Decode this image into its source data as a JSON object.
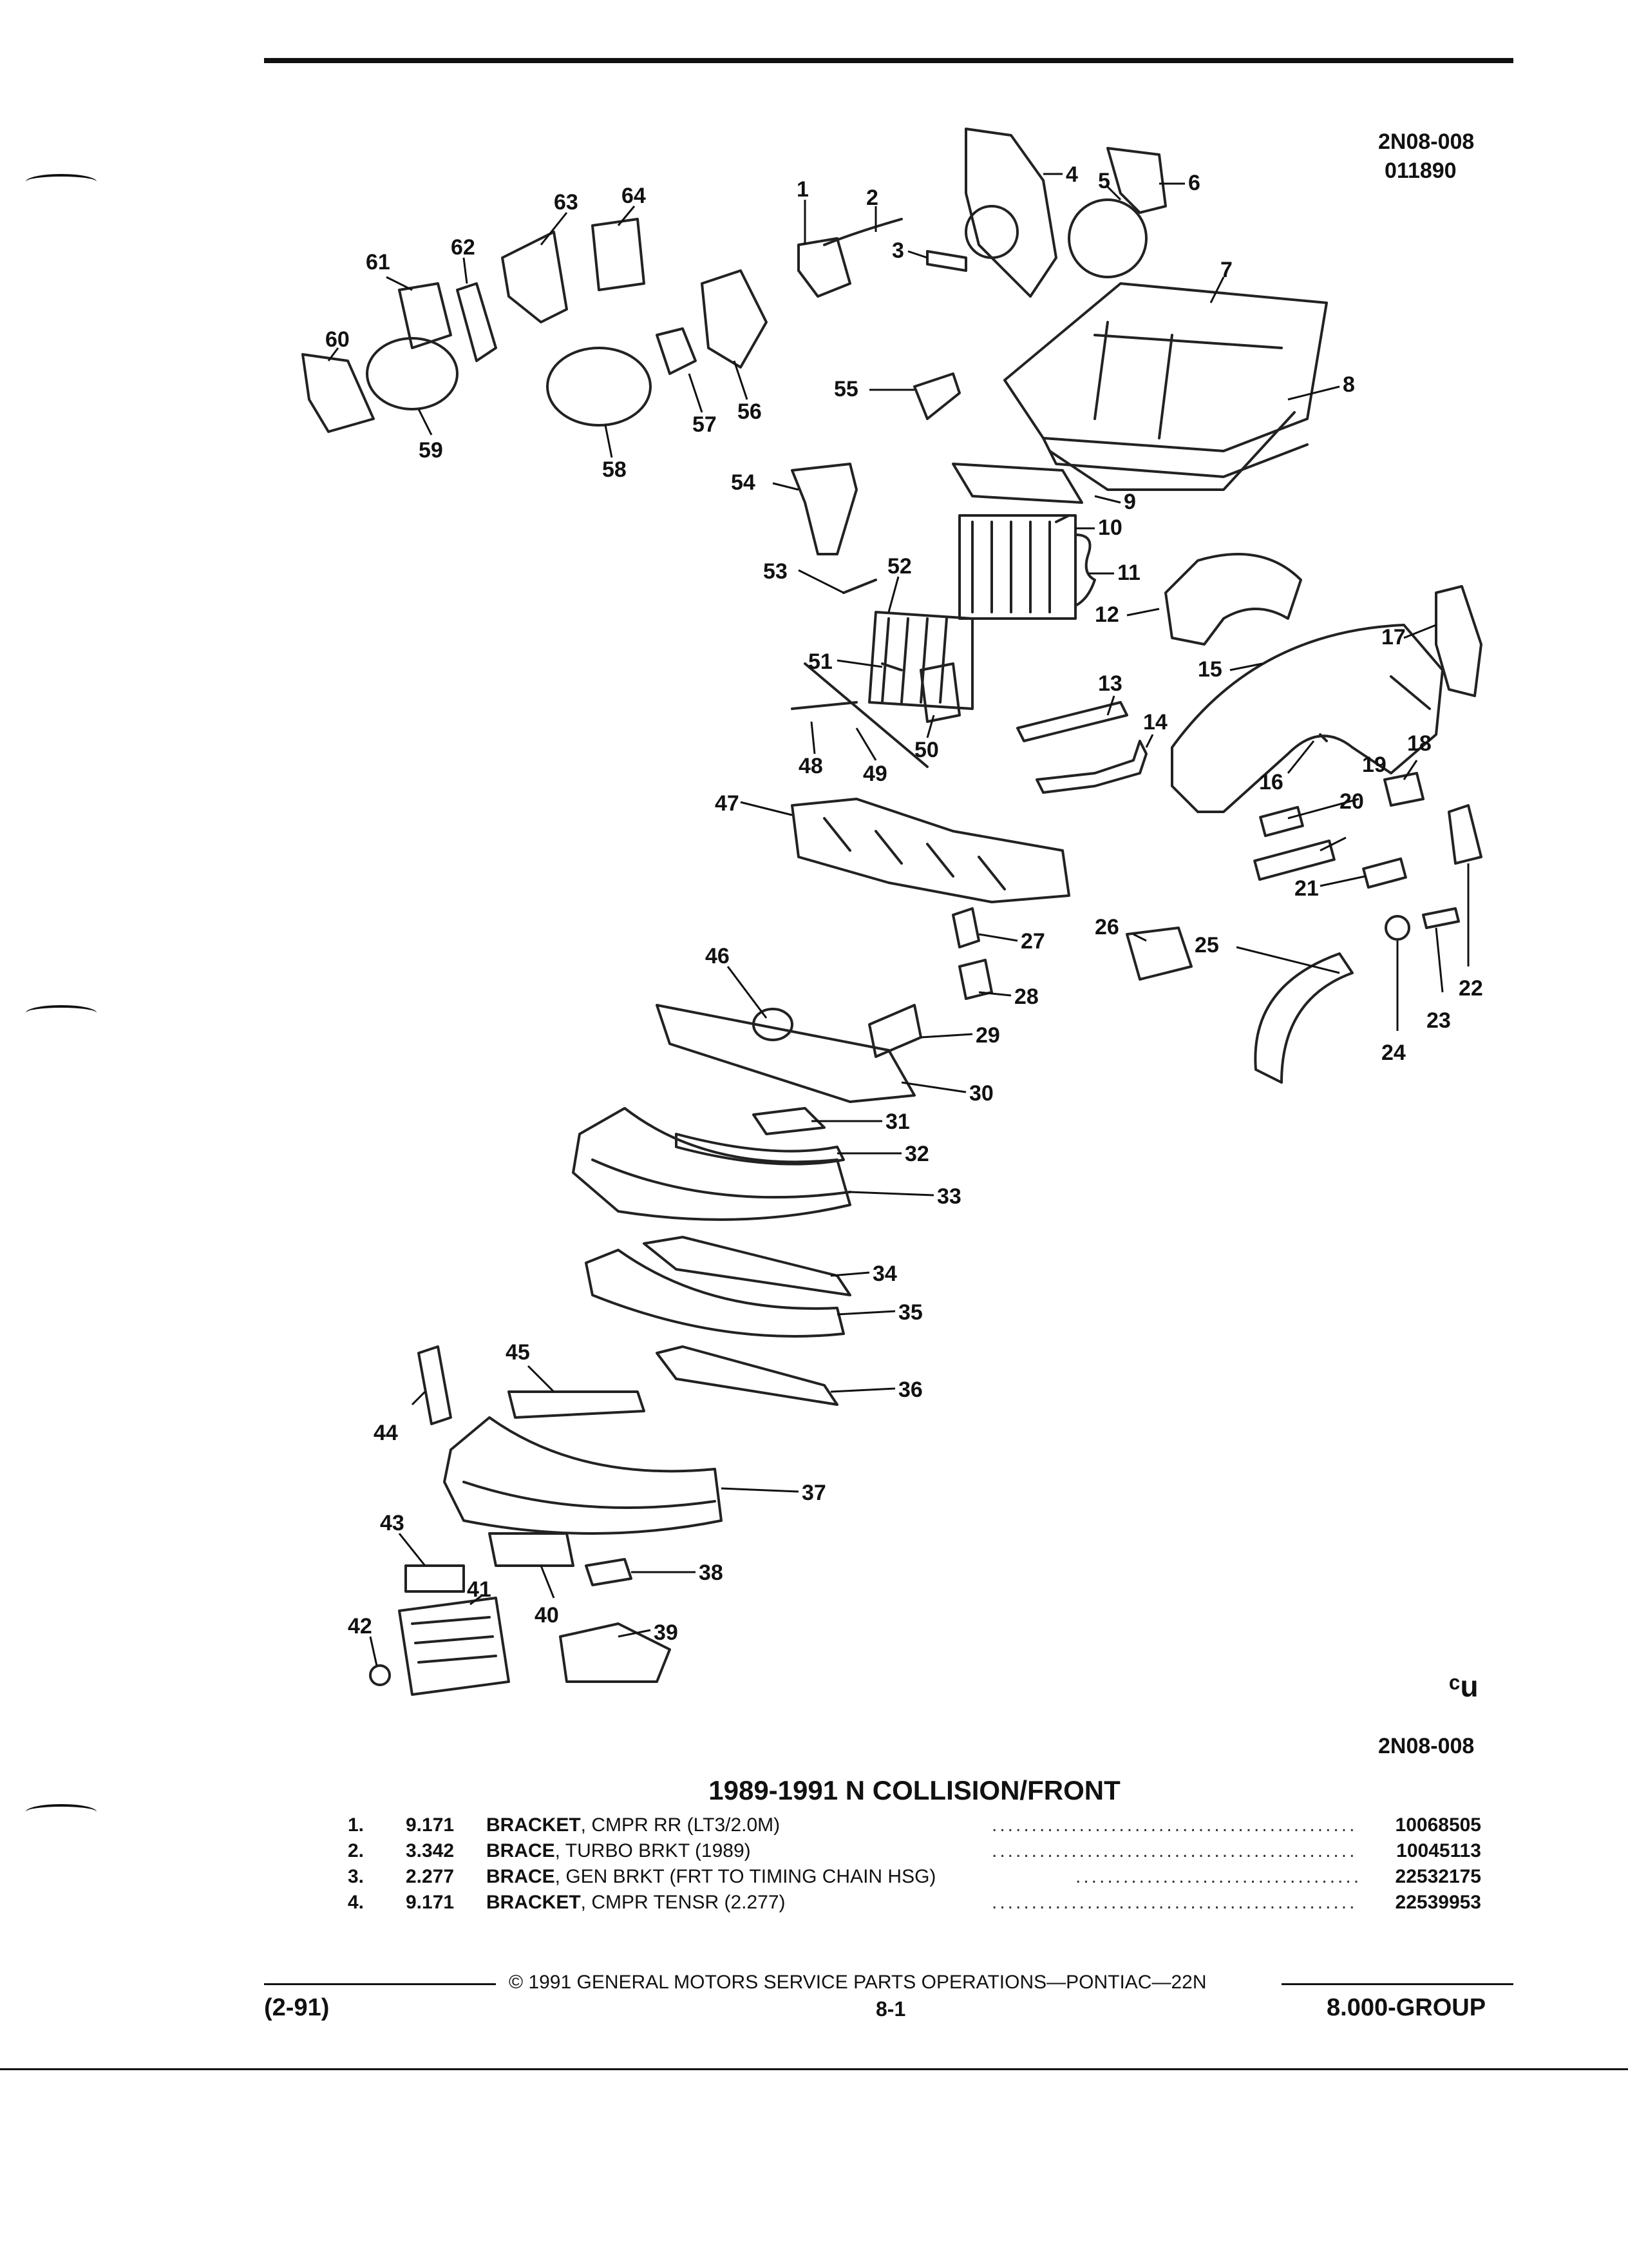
{
  "header": {
    "diagram_code": "2N08-008",
    "date_code": "011890"
  },
  "diagram": {
    "callouts": [
      "1",
      "2",
      "3",
      "4",
      "5",
      "6",
      "7",
      "8",
      "9",
      "10",
      "11",
      "12",
      "13",
      "14",
      "15",
      "16",
      "17",
      "18",
      "19",
      "20",
      "21",
      "22",
      "23",
      "24",
      "25",
      "26",
      "27",
      "28",
      "29",
      "30",
      "31",
      "32",
      "33",
      "34",
      "35",
      "36",
      "37",
      "38",
      "39",
      "40",
      "41",
      "42",
      "43",
      "44",
      "45",
      "46",
      "47",
      "48",
      "49",
      "50",
      "51",
      "52",
      "53",
      "54",
      "55",
      "56",
      "57",
      "58",
      "59",
      "60",
      "61",
      "62",
      "63",
      "64"
    ],
    "bottom_code": "2N08-008",
    "symbol": "ᶜu"
  },
  "section": {
    "title": "1989-1991 N COLLISION/FRONT",
    "items": [
      {
        "num": "1.",
        "code": "9.171",
        "name": "BRACKET",
        "detail": ", CMPR RR (LT3/2.0M)",
        "part_number": "10068505"
      },
      {
        "num": "2.",
        "code": "3.342",
        "name": "BRACE",
        "detail": ", TURBO BRKT (1989)",
        "part_number": "10045113"
      },
      {
        "num": "3.",
        "code": "2.277",
        "name": "BRACE",
        "detail": ", GEN BRKT (FRT TO TIMING CHAIN HSG)",
        "part_number": "22532175"
      },
      {
        "num": "4.",
        "code": "9.171",
        "name": "BRACKET",
        "detail": ", CMPR TENSR (2.277)",
        "part_number": "22539953"
      }
    ]
  },
  "footer": {
    "copyright": "© 1991 GENERAL MOTORS SERVICE PARTS OPERATIONS—PONTIAC—22N",
    "revision": "(2-91)",
    "page": "8-1",
    "group": "8.000-GROUP"
  }
}
